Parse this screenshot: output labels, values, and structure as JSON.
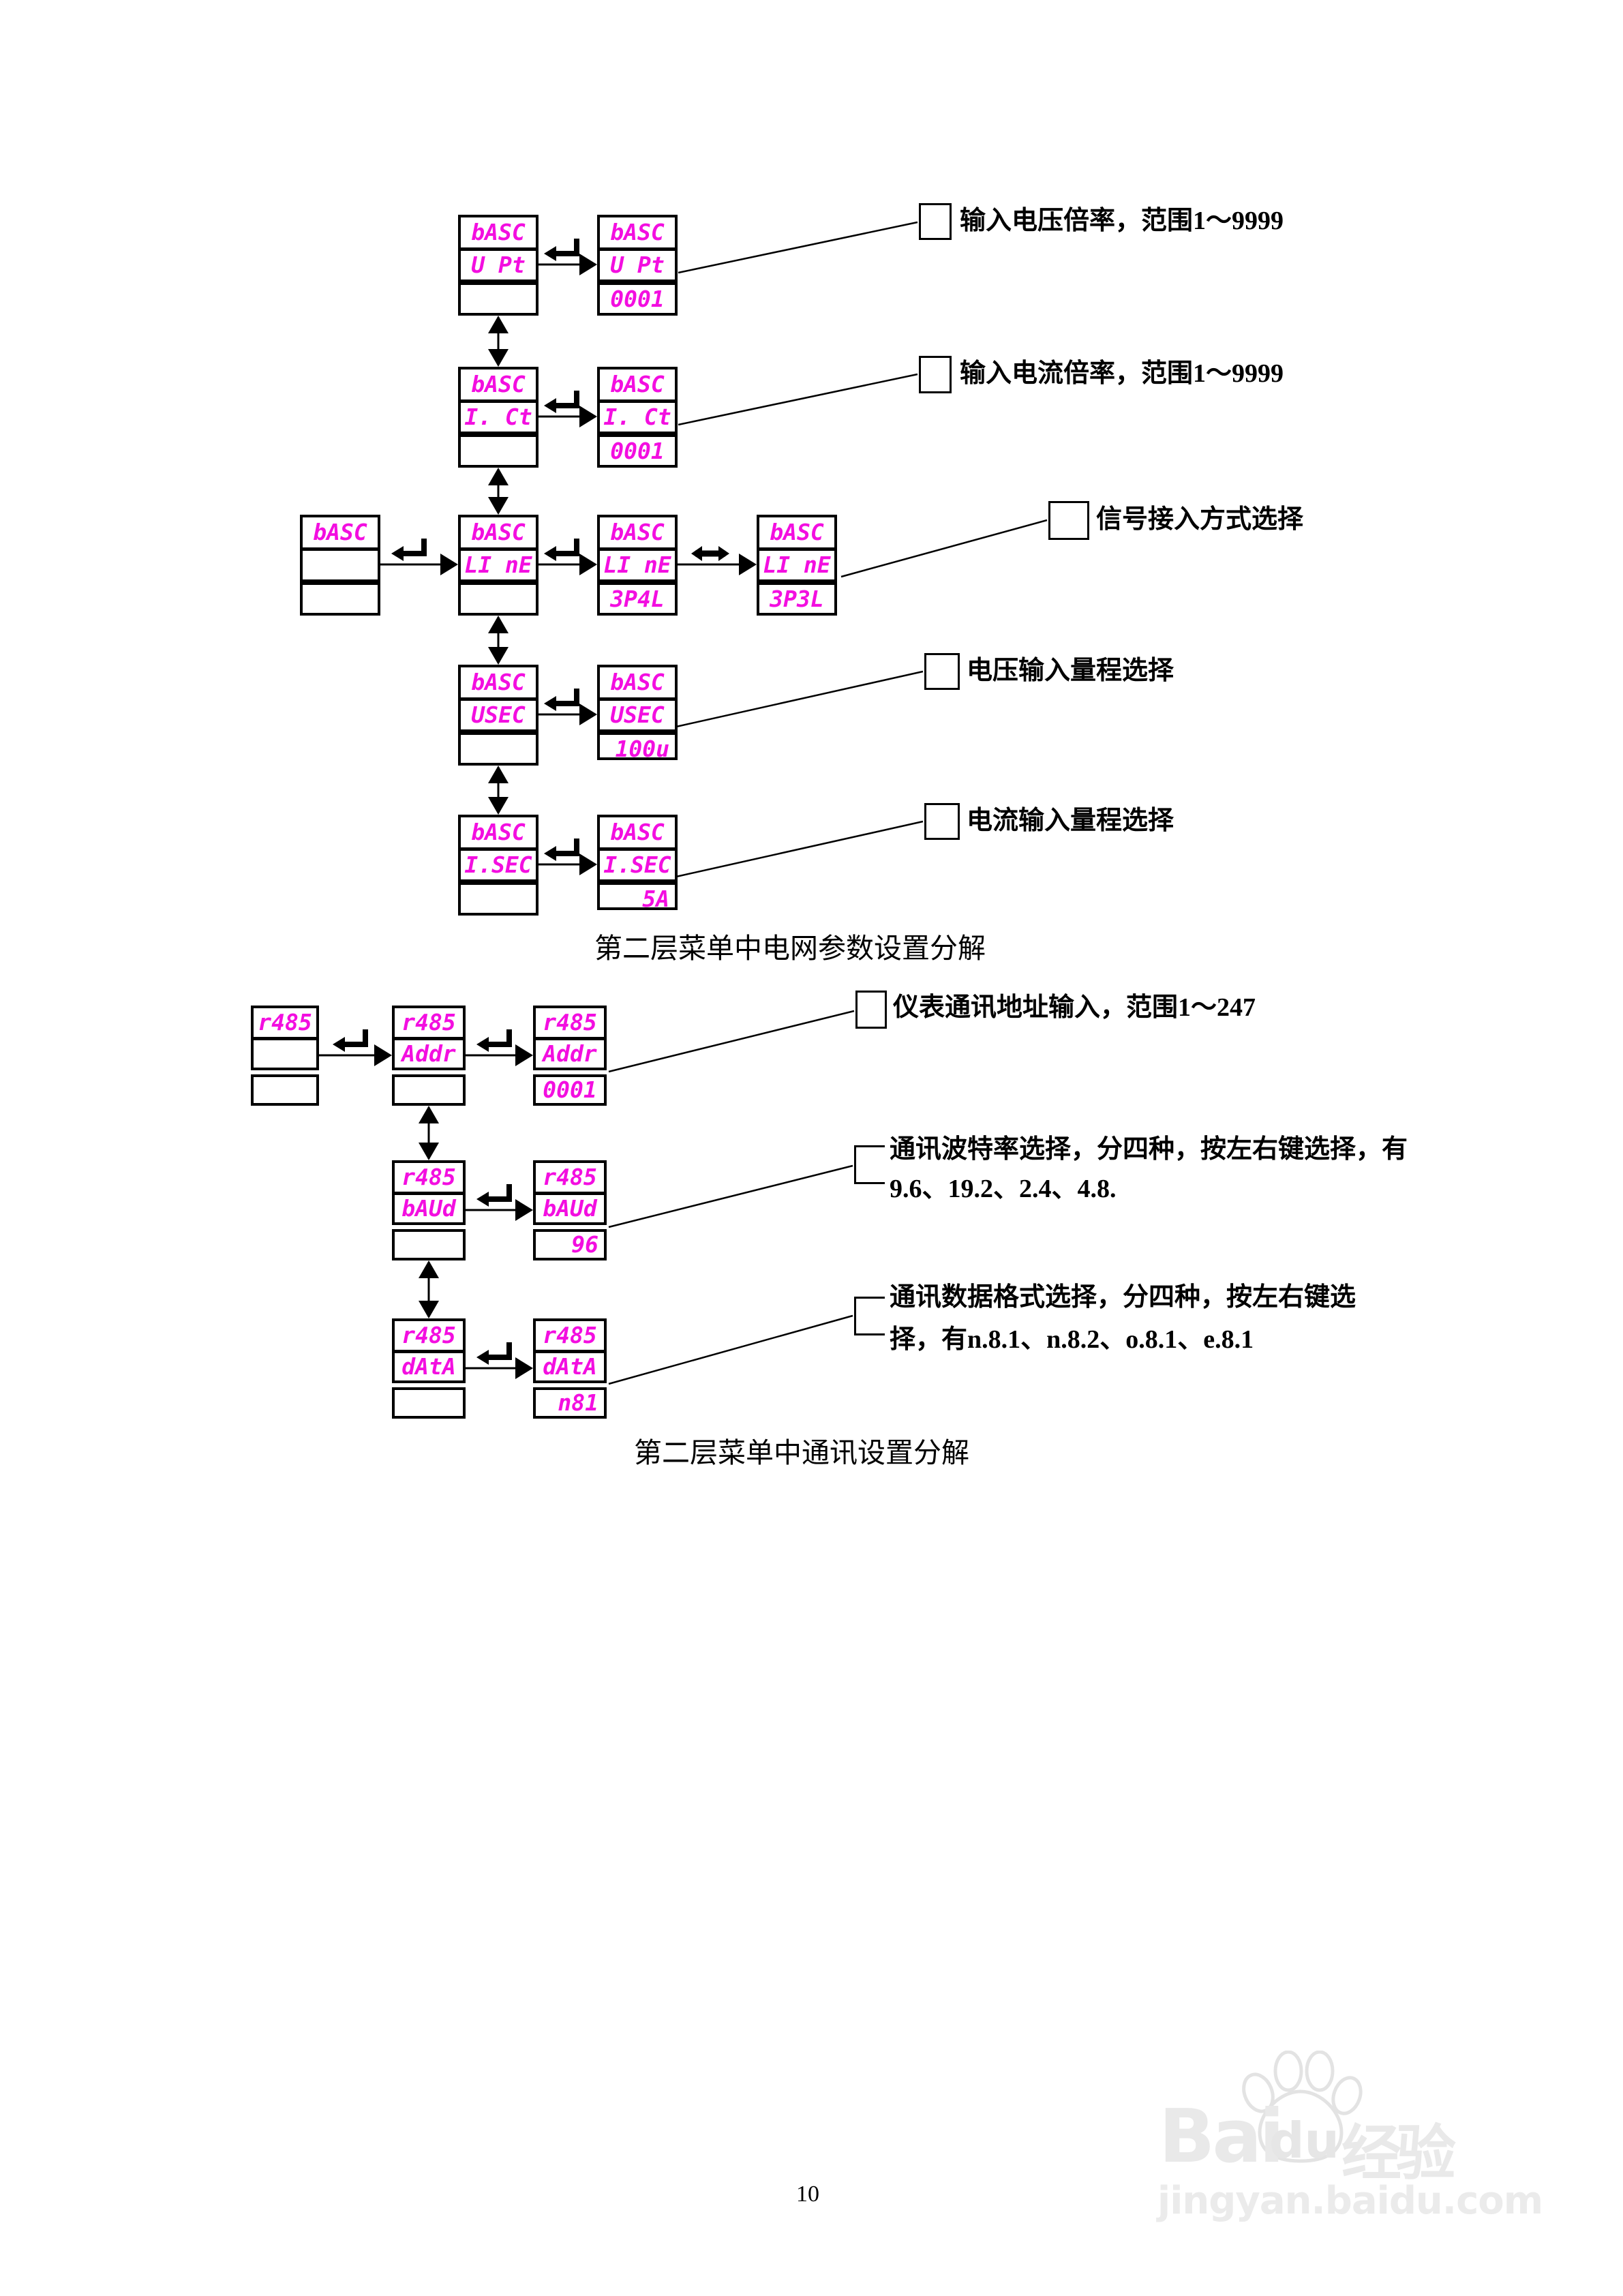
{
  "page_number": "10",
  "lcd_color": "#f30ee0",
  "grid_section": {
    "caption": "第二层菜单中电网参数设置分解",
    "root": [
      "bASC",
      "",
      ""
    ],
    "rows": [
      {
        "menu": [
          "bASC",
          "U Pt",
          ""
        ],
        "value": [
          "bASC",
          "U Pt",
          "0001"
        ],
        "note": "输入电压倍率，范围1～9999"
      },
      {
        "menu": [
          "bASC",
          "I. Ct",
          ""
        ],
        "value": [
          "bASC",
          "I. Ct",
          "0001"
        ],
        "note": "输入电流倍率，范围1～9999"
      },
      {
        "menu": [
          "bASC",
          "LI nE",
          ""
        ],
        "value": [
          "bASC",
          "LI nE",
          "3P4L"
        ],
        "value2": [
          "bASC",
          "LI nE",
          "3P3L"
        ],
        "note": "信号接入方式选择"
      },
      {
        "menu": [
          "bASC",
          "USEC",
          ""
        ],
        "value": [
          "bASC",
          "USEC",
          "100u"
        ],
        "note": "电压输入量程选择"
      },
      {
        "menu": [
          "bASC",
          "I.SEC",
          ""
        ],
        "value": [
          "bASC",
          "I.SEC",
          "5A"
        ],
        "note": "电流输入量程选择"
      }
    ]
  },
  "comm_section": {
    "caption": "第二层菜单中通讯设置分解",
    "root": [
      "r485",
      "",
      ""
    ],
    "rows": [
      {
        "menu": [
          "r485",
          "Addr",
          ""
        ],
        "value": [
          "r485",
          "Addr",
          "0001"
        ],
        "note1": "仪表通讯地址输入，范围1～247",
        "note2": ""
      },
      {
        "menu": [
          "r485",
          "bAUd",
          ""
        ],
        "value": [
          "r485",
          "bAUd",
          "96"
        ],
        "note1": "通讯波特率选择，分四种，按左右键选择，有",
        "note2": "9.6、19.2、2.4、4.8."
      },
      {
        "menu": [
          "r485",
          "dAtA",
          ""
        ],
        "value": [
          "r485",
          "dAtA",
          "n81"
        ],
        "note1": "通讯数据格式选择，分四种，按左右键选",
        "note2": "择，有n.8.1、n.8.2、o.8.1、e.8.1"
      }
    ]
  },
  "watermark": {
    "brand_bai": "Bai",
    "brand_du": "du",
    "brand_cn": "经验",
    "url": "jingyan.baidu.com"
  }
}
